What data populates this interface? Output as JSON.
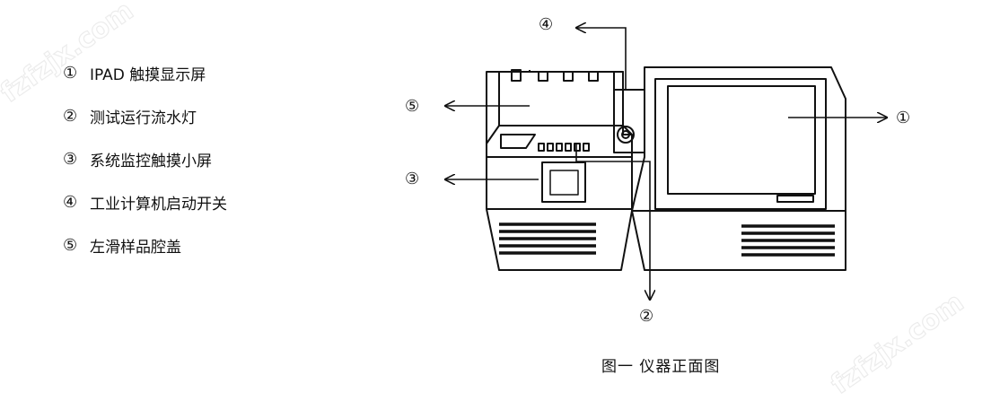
{
  "legend": [
    {
      "num": "①",
      "text": "IPAD 触摸显示屏"
    },
    {
      "num": "②",
      "text": "测试运行流水灯"
    },
    {
      "num": "③",
      "text": "系统监控触摸小屏"
    },
    {
      "num": "④",
      "text": "工业计算机启动开关"
    },
    {
      "num": "⑤",
      "text": "左滑样品腔盖"
    }
  ],
  "callouts": {
    "c1": "①",
    "c2": "②",
    "c3": "③",
    "c4": "④",
    "c5": "⑤"
  },
  "caption": "图一  仪器正面图",
  "watermark": "fzfzjx.com"
}
